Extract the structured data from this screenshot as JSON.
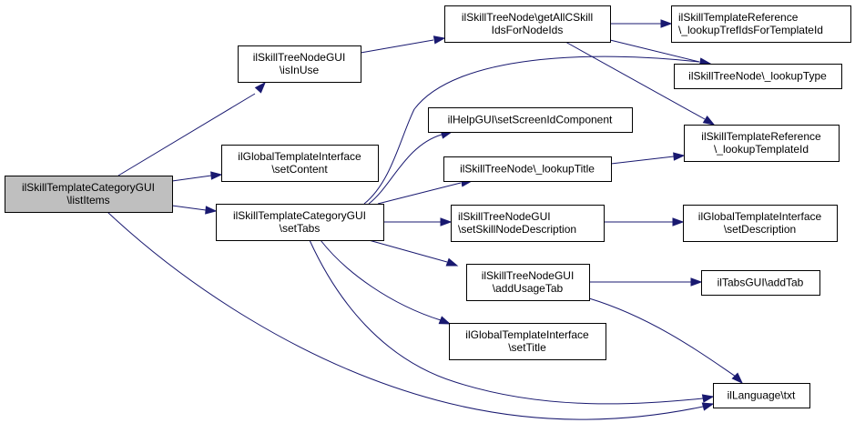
{
  "diagram": {
    "type": "call-graph",
    "nodes": [
      {
        "id": "listItems",
        "lines": [
          "ilSkillTemplateCategoryGUI",
          "\\listItems"
        ],
        "root": true
      },
      {
        "id": "isInUse",
        "lines": [
          "ilSkillTreeNodeGUI",
          "\\isInUse"
        ]
      },
      {
        "id": "setContent",
        "lines": [
          "ilGlobalTemplateInterface",
          "\\setContent"
        ]
      },
      {
        "id": "setTabs",
        "lines": [
          "ilSkillTemplateCategoryGUI",
          "\\setTabs"
        ]
      },
      {
        "id": "getAllCSkillIdsForNodeIds",
        "lines": [
          "ilSkillTreeNode\\getAllCSkill",
          "IdsForNodeIds"
        ]
      },
      {
        "id": "lookupTrefIdsForTemplateId",
        "lines": [
          "ilSkillTemplateReference",
          "\\_lookupTrefIdsForTemplateId"
        ],
        "align": "left"
      },
      {
        "id": "lookupType",
        "lines": [
          "ilSkillTreeNode\\_lookupType"
        ]
      },
      {
        "id": "setScreenIdComponent",
        "lines": [
          "ilHelpGUI\\setScreenIdComponent"
        ]
      },
      {
        "id": "lookupTitle",
        "lines": [
          "ilSkillTreeNode\\_lookupTitle"
        ]
      },
      {
        "id": "lookupTemplateId",
        "lines": [
          "ilSkillTemplateReference",
          "\\_lookupTemplateId"
        ]
      },
      {
        "id": "setSkillNodeDescription",
        "lines": [
          "ilSkillTreeNodeGUI",
          "\\setSkillNodeDescription"
        ],
        "align": "left"
      },
      {
        "id": "setDescription",
        "lines": [
          "ilGlobalTemplateInterface",
          "\\setDescription"
        ]
      },
      {
        "id": "addUsageTab",
        "lines": [
          "ilSkillTreeNodeGUI",
          "\\addUsageTab"
        ]
      },
      {
        "id": "addTab",
        "lines": [
          "ilTabsGUI\\addTab"
        ]
      },
      {
        "id": "setTitle",
        "lines": [
          "ilGlobalTemplateInterface",
          "\\setTitle"
        ]
      },
      {
        "id": "txt",
        "lines": [
          "ilLanguage\\txt"
        ]
      }
    ],
    "edges": [
      {
        "from": "listItems",
        "to": "isInUse"
      },
      {
        "from": "listItems",
        "to": "setContent"
      },
      {
        "from": "listItems",
        "to": "setTabs"
      },
      {
        "from": "listItems",
        "to": "txt"
      },
      {
        "from": "isInUse",
        "to": "getAllCSkillIdsForNodeIds"
      },
      {
        "from": "getAllCSkillIdsForNodeIds",
        "to": "lookupTrefIdsForTemplateId"
      },
      {
        "from": "getAllCSkillIdsForNodeIds",
        "to": "lookupType"
      },
      {
        "from": "getAllCSkillIdsForNodeIds",
        "to": "lookupTemplateId"
      },
      {
        "from": "setTabs",
        "to": "lookupType"
      },
      {
        "from": "setTabs",
        "to": "setScreenIdComponent"
      },
      {
        "from": "setTabs",
        "to": "lookupTitle"
      },
      {
        "from": "setTabs",
        "to": "setSkillNodeDescription"
      },
      {
        "from": "setTabs",
        "to": "addUsageTab"
      },
      {
        "from": "setTabs",
        "to": "setTitle"
      },
      {
        "from": "setTabs",
        "to": "txt"
      },
      {
        "from": "lookupTitle",
        "to": "lookupTemplateId"
      },
      {
        "from": "setSkillNodeDescription",
        "to": "setDescription"
      },
      {
        "from": "addUsageTab",
        "to": "addTab"
      },
      {
        "from": "addUsageTab",
        "to": "txt"
      }
    ],
    "colors": {
      "edge": "#191970",
      "node_border": "#000000",
      "node_fill": "#ffffff",
      "root_fill": "#bfbfbf"
    }
  }
}
